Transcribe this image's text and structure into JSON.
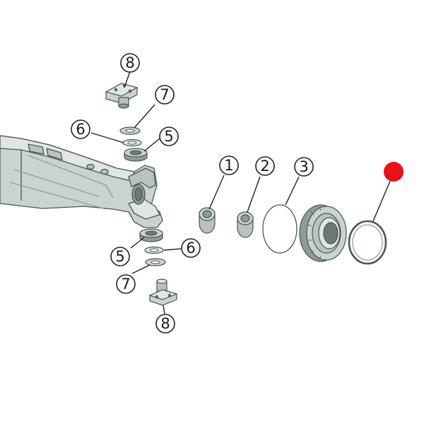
{
  "callouts": {
    "c8_top": "8",
    "c7_top": "7",
    "c6_top": "6",
    "c5_top": "5",
    "c1": "1",
    "c2": "2",
    "c3": "3",
    "c5_bot": "5",
    "c6_bot": "6",
    "c7_bot": "7",
    "c8_bot": "8"
  },
  "colors": {
    "part_fill": "#c9d3d2",
    "part_light": "#dfe6e5",
    "part_dark": "#8f9b9a",
    "outline": "#4b5554",
    "highlight_dot": "#e8101a"
  }
}
